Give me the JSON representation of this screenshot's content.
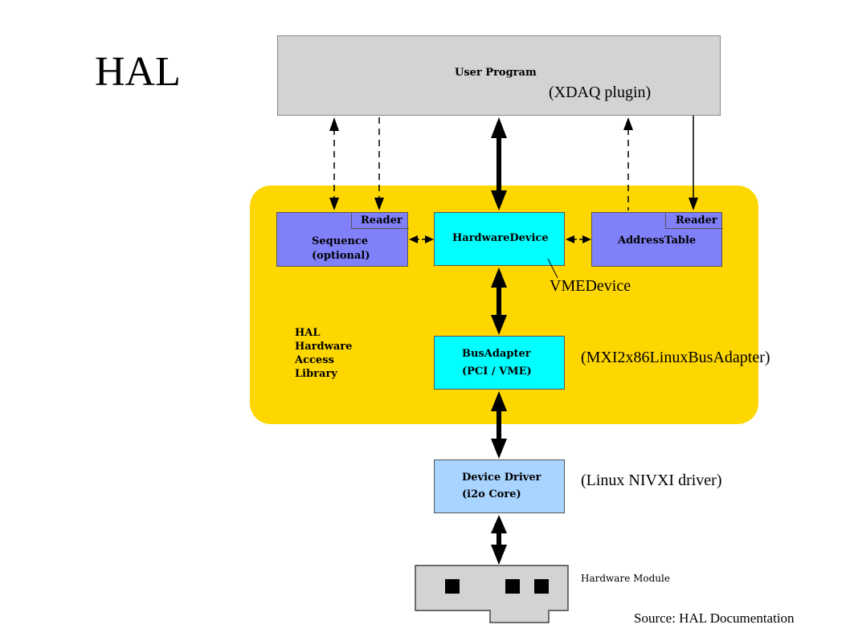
{
  "title": "HAL",
  "user_program": {
    "label": "User Program",
    "note": "(XDAQ plugin)"
  },
  "hal_panel": {
    "lines": [
      "HAL",
      "Hardware",
      "Access",
      "Library"
    ]
  },
  "sequence": {
    "reader": "Reader",
    "line1": "Sequence",
    "line2": "(optional)"
  },
  "hardware_device": {
    "label": "HardwareDevice",
    "note": "VMEDevice"
  },
  "address_table": {
    "reader": "Reader",
    "label": "AddressTable"
  },
  "bus_adapter": {
    "line1": "BusAdapter",
    "line2": "(PCI / VME)",
    "note": "(MXI2x86LinuxBusAdapter)"
  },
  "device_driver": {
    "line1": "Device Driver",
    "line2": "(i2o Core)",
    "note": "(Linux NIVXI driver)"
  },
  "hardware_module": {
    "label": "Hardware Module"
  },
  "source": "Source: HAL Documentation",
  "colors": {
    "panel": "#ffd700",
    "user_program": "#d3d3d3",
    "purple_box": "#8080f8",
    "cyan_box": "#00ffff",
    "driver_box": "#a8d4ff"
  }
}
